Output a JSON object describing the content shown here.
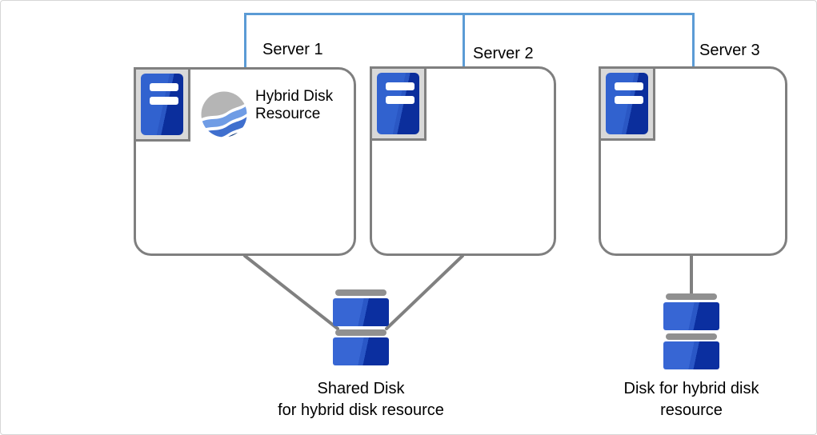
{
  "servers": [
    {
      "label": "Server 1"
    },
    {
      "label": "Server 2"
    },
    {
      "label": "Server 3"
    }
  ],
  "hybrid_resource_label": "Hybrid Disk Resource",
  "captions": {
    "shared_disk": [
      "Shared Disk",
      "for hybrid disk resource"
    ],
    "hybrid_disk": [
      "Disk for hybrid disk",
      "resource"
    ]
  },
  "icons": {
    "server": "server-tower-icon",
    "hybrid_resource": "hybrid-disk-resource-wave-icon",
    "disk": "disk-stack-icon"
  },
  "colors": {
    "network_line": "#5B9BD5",
    "box_border": "#7F7F7F",
    "connector_gray": "#808080",
    "icon_frame_fill": "#D9D9D9",
    "server_blue_light": "#3162CF",
    "server_blue_dark": "#0B2E9C",
    "disk_blue_light": "#3766D4",
    "disk_blue_dark": "#0B2FA0",
    "disk_cap_gray": "#909090",
    "wave_gray": "#B5B5B5",
    "wave_light_blue": "#6F9CE5",
    "wave_mid_blue": "#3F6FCE",
    "wave_dark_blue": "#123C7E"
  }
}
